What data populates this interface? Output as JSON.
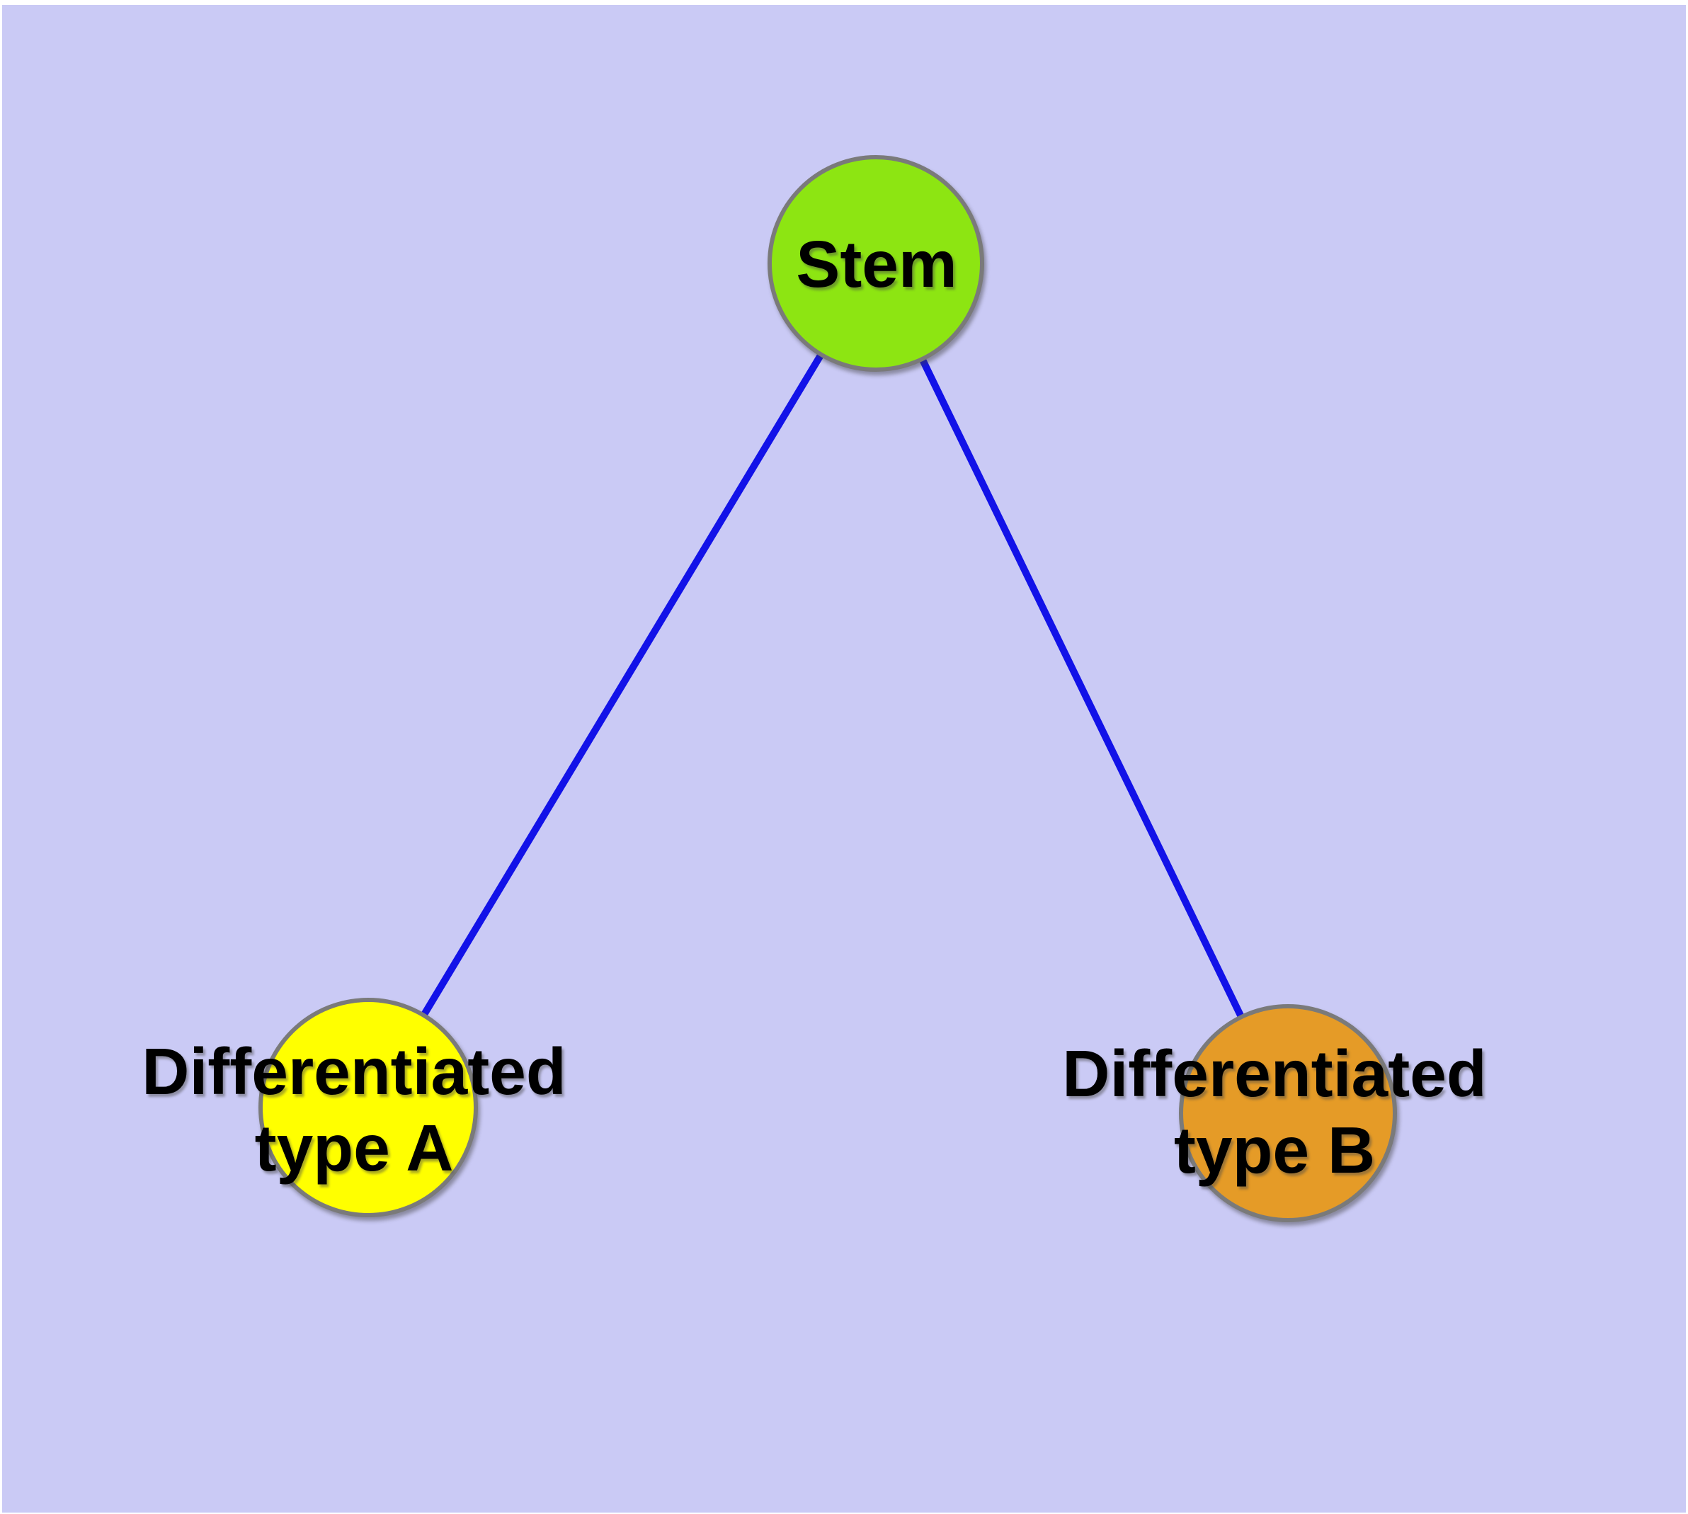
{
  "diagram": {
    "background_color": "#CACAF5",
    "edge_color": "#1212E8",
    "node_border_color": "#7A7A7A",
    "text_color": "#000000",
    "nodes": [
      {
        "id": "stem",
        "label": "Stem",
        "fill": "#8DE512"
      },
      {
        "id": "differentiated-type-a",
        "label_line1": "Differentiated",
        "label_line2": "type A",
        "fill": "#FFFF00"
      },
      {
        "id": "differentiated-type-b",
        "label_line1": "Differentiated",
        "label_line2": "type B",
        "fill": "#E59B27"
      }
    ],
    "edges": [
      {
        "from": "Stem",
        "to": "Differentiated type A"
      },
      {
        "from": "Stem",
        "to": "Differentiated type B"
      }
    ]
  }
}
